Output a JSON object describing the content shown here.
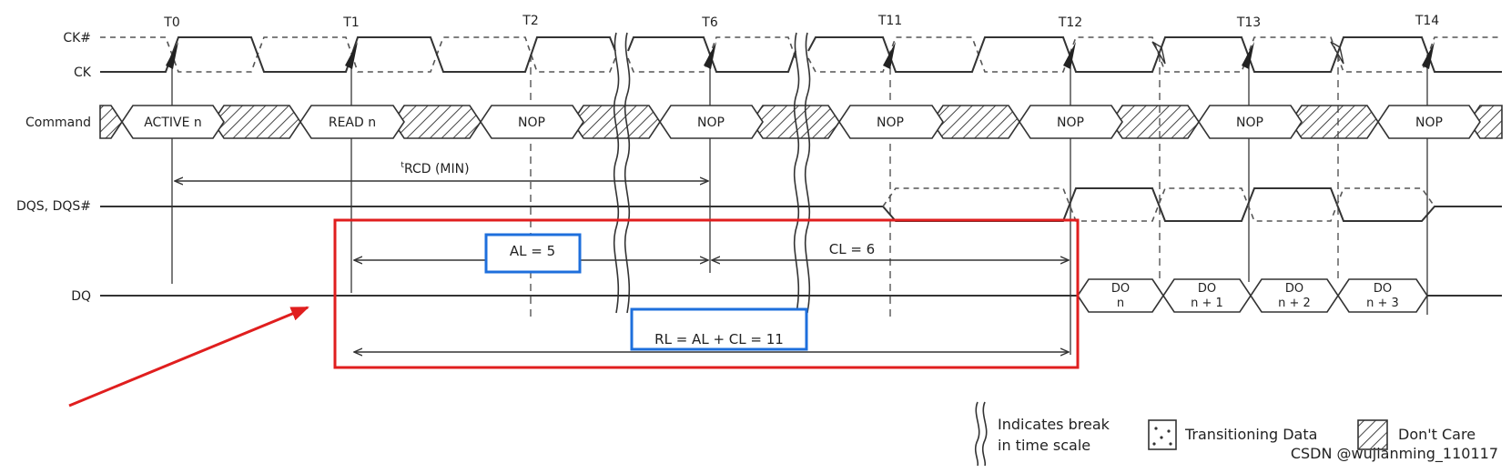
{
  "clock_labels": [
    "T0",
    "T1",
    "T2",
    "T6",
    "T11",
    "T12",
    "T13",
    "T14"
  ],
  "signal_labels": {
    "ck_n": "CK#",
    "ck": "CK",
    "command": "Command",
    "dqs": "DQS, DQS#",
    "dq": "DQ"
  },
  "commands": [
    "ACTIVE n",
    "READ n",
    "NOP",
    "NOP",
    "NOP",
    "NOP",
    "NOP",
    "NOP"
  ],
  "dq_data": [
    {
      "line1": "DO",
      "line2": "n"
    },
    {
      "line1": "DO",
      "line2": "n + 1"
    },
    {
      "line1": "DO",
      "line2": "n + 2"
    },
    {
      "line1": "DO",
      "line2": "n + 3"
    }
  ],
  "measurements": {
    "trcd_sup": "t",
    "trcd": "RCD (MIN)",
    "al": "AL = 5",
    "cl": "CL = 6",
    "rl": "RL = AL + CL = 11"
  },
  "legend": {
    "break_line1": "Indicates break",
    "break_line2": "in time scale",
    "transitioning": "Transitioning Data",
    "dont_care": "Don't Care"
  },
  "watermark": "CSDN @wujianming_110117",
  "colors": {
    "highlight_red": "#e01e1e",
    "highlight_blue": "#1e6fdc",
    "hatch": "#444444"
  }
}
